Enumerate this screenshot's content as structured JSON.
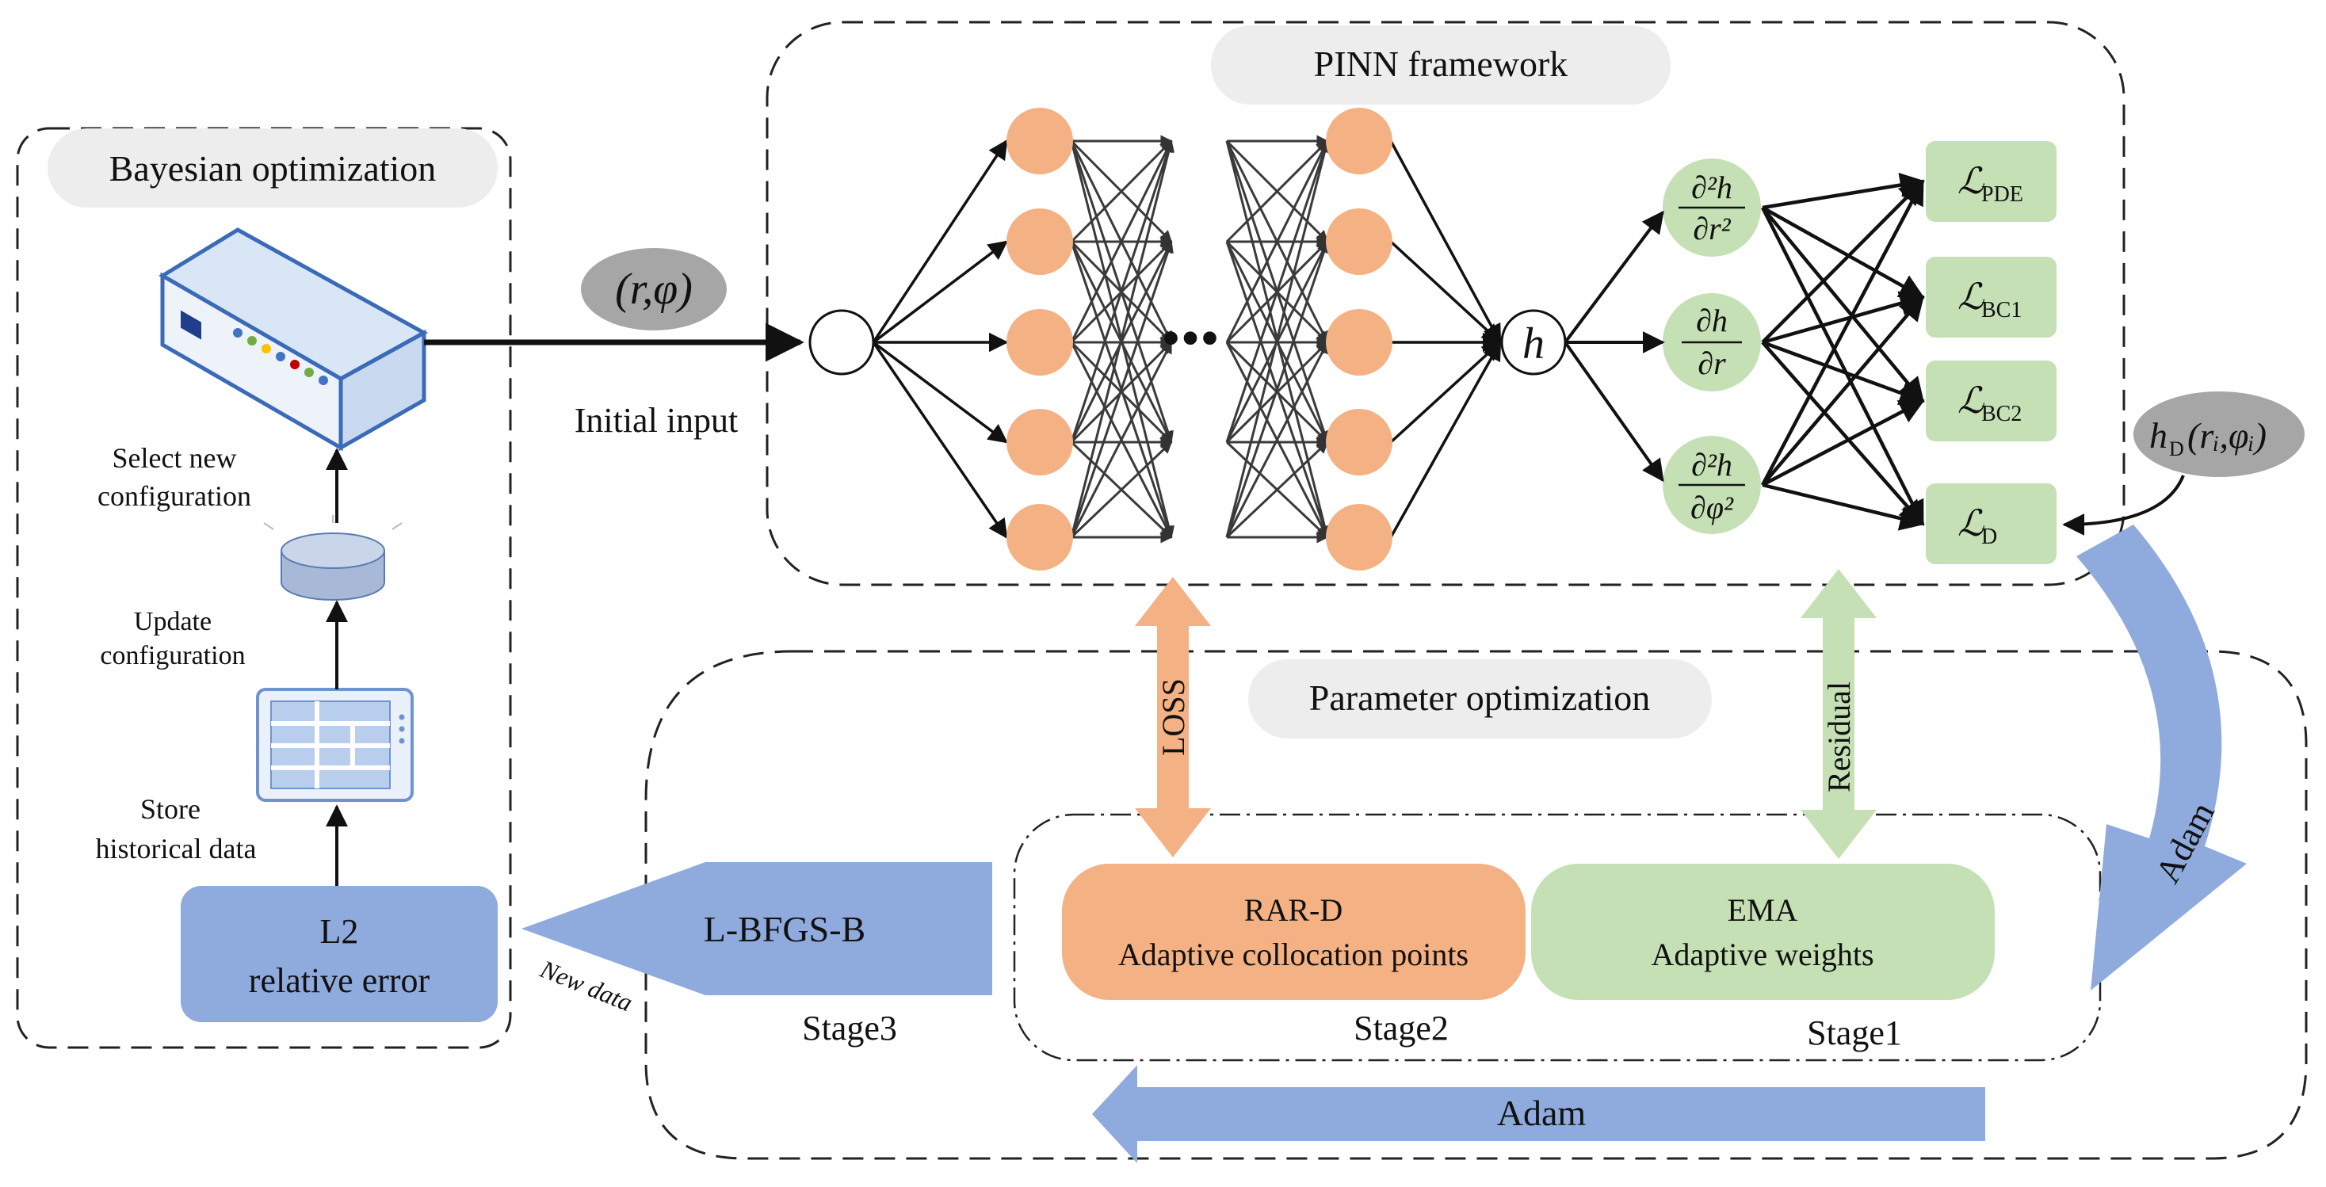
{
  "colors": {
    "neuron_orange": "#f4b183",
    "deriv_green": "#c5e0b4",
    "loss_green": "#c5e0b4",
    "blue_box": "#8faadc",
    "label_pill": "#ededed",
    "input_oval": "#a6a6a6",
    "rard_orange": "#f4b183",
    "ema_green": "#c5e0b4"
  },
  "bayesian": {
    "title": "Bayesian optimization",
    "select_line1": "Select new",
    "select_line2": "configuration",
    "update_line1": "Update",
    "update_line2": "configuration",
    "store_line1": "Store",
    "store_line2": "historical data",
    "l2_line1": "L2",
    "l2_line2": "relative error"
  },
  "pinn": {
    "title": "PINN framework",
    "input_vars": "(r,φ)",
    "initial_input": "Initial input",
    "output_var": "h",
    "deriv1_num": "∂²h",
    "deriv1_den": "∂r²",
    "deriv2_num": "∂h",
    "deriv2_den": "∂r",
    "deriv3_num": "∂²h",
    "deriv3_den": "∂φ²",
    "loss_pde": "PDE",
    "loss_bc1": "BC1",
    "loss_bc2": "BC2",
    "loss_d": "D",
    "loss_symbol": "ℒ",
    "data_h": "h",
    "data_sub": "D",
    "data_args": "(rᵢ,φᵢ)"
  },
  "param": {
    "title": "Parameter optimization",
    "loss_arrow": "LOSS",
    "residual_arrow": "Residual",
    "rard_line1": "RAR-D",
    "rard_line2": "Adaptive collocation points",
    "ema_line1": "EMA",
    "ema_line2": "Adaptive weights",
    "lbfgs": "L-BFGS-B",
    "new_data": "New data",
    "stage1": "Stage1",
    "stage2": "Stage2",
    "stage3": "Stage3",
    "adam_bottom": "Adam",
    "adam_right": "Adam"
  }
}
